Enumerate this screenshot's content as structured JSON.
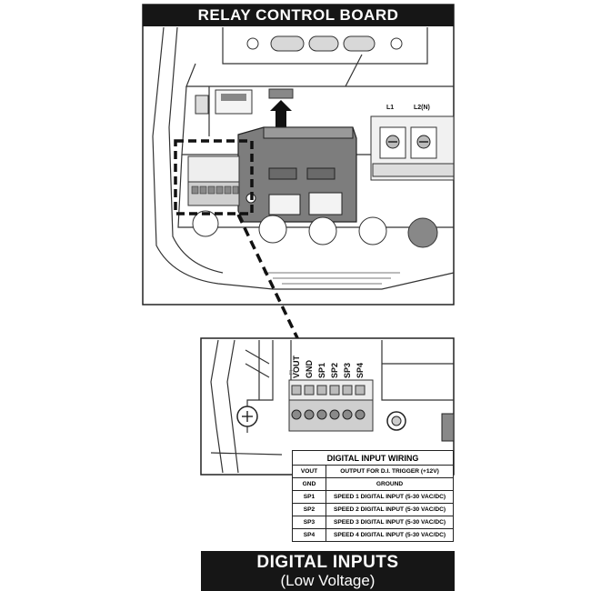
{
  "top_banner": {
    "title": "RELAY CONTROL BOARD"
  },
  "bottom_banner": {
    "line1": "DIGITAL INPUTS",
    "line2": "(Low Voltage)"
  },
  "board": {
    "buttons": [
      "",
      "",
      ""
    ],
    "terminal_labels": [
      "L1",
      "L2(N)"
    ],
    "connector_labels": [
      "VOUT",
      "GND",
      "SP1",
      "SP2",
      "SP3",
      "SP4"
    ]
  },
  "wiring_table": {
    "title": "DIGITAL INPUT WIRING",
    "rows": [
      {
        "code": "VOUT",
        "desc": "OUTPUT FOR D.I. TRIGGER (+12V)"
      },
      {
        "code": "GND",
        "desc": "GROUND"
      },
      {
        "code": "SP1",
        "desc": "SPEED 1 DIGITAL INPUT (5-30 VAC/DC)"
      },
      {
        "code": "SP2",
        "desc": "SPEED 2 DIGITAL INPUT (5-30 VAC/DC)"
      },
      {
        "code": "SP3",
        "desc": "SPEED 3 DIGITAL INPUT (5-30 VAC/DC)"
      },
      {
        "code": "SP4",
        "desc": "SPEED 4 DIGITAL INPUT (5-30 VAC/DC)"
      }
    ]
  }
}
